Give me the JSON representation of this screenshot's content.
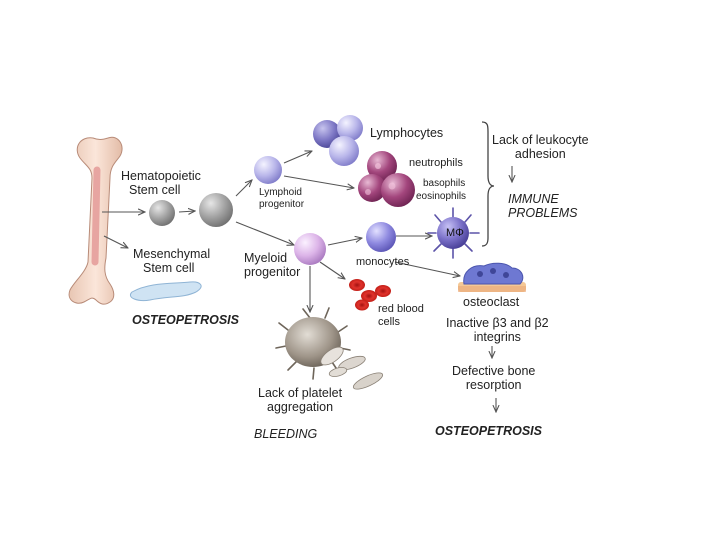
{
  "labels": {
    "hsc": [
      "Hematopoietic",
      "Stem cell"
    ],
    "msc": [
      "Mesenchymal",
      "Stem cell"
    ],
    "lymphoid": [
      "Lymphoid",
      "progenitor"
    ],
    "myeloid": [
      "Myeloid",
      "progenitor"
    ],
    "lymphocytes": "Lymphocytes",
    "neutrophils": "neutrophils",
    "basophils": "basophils",
    "eosinophils": "eosinophils",
    "macrophage": "MΦ",
    "monocytes": "monocytes",
    "rbc": [
      "red blood",
      "cells"
    ],
    "osteoclast": "osteoclast",
    "integrins": [
      "Inactive β3 and β2",
      "integrins"
    ],
    "defective": [
      "Defective bone",
      "resorption"
    ],
    "lad": [
      "Lack of leukocyte",
      "adhesion"
    ],
    "immune": [
      "IMMUNE",
      "PROBLEMS"
    ],
    "platelet": [
      "Lack of platelet",
      "aggregation"
    ],
    "bleeding": "BLEEDING",
    "osteo_left": "OSTEOPETROSIS",
    "osteo_right": "OSTEOPETROSIS"
  },
  "colors": {
    "stem_gray": "#8f8f8f",
    "lymph_violet": "#b7b5e6",
    "myeloid_pink": "#dcb6e6",
    "granulocyte": "#a3467d",
    "rbc_red": "#d0201c",
    "monocyte_blue": "#8f8ae0",
    "macrophage": "#7a70c8",
    "osteoclast": "#6e78d2",
    "bone": "#f3d7c8",
    "marrow": "#e9a9a6",
    "platelet": "#9e9488",
    "arrow": "#555555"
  },
  "icons": [
    "bone-icon",
    "hsc-cell-icon",
    "msc-cell-icon",
    "lymphocyte-cell-icon",
    "granulocyte-cell-icon",
    "monocyte-cell-icon",
    "macrophage-cell-icon",
    "rbc-cell-icon",
    "osteoclast-cell-icon",
    "platelet-cell-icon",
    "bracket-icon"
  ]
}
